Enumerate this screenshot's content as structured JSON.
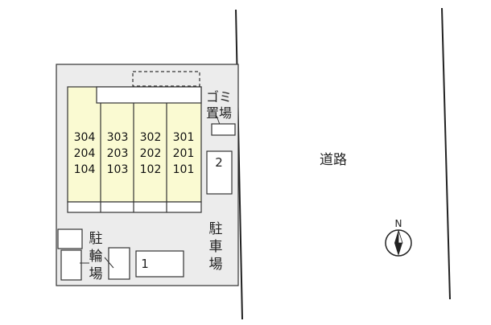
{
  "colors": {
    "lot": "#ececec",
    "building": "#fafad2",
    "outline": "#333333",
    "road_line": "#222222"
  },
  "units": [
    [
      "304",
      "204",
      "104"
    ],
    [
      "303",
      "203",
      "103"
    ],
    [
      "302",
      "202",
      "102"
    ],
    [
      "301",
      "201",
      "101"
    ]
  ],
  "garbage_label": [
    "ゴミ",
    "置場"
  ],
  "parking_spaces": [
    "1",
    "2"
  ],
  "parking_label": [
    "駐",
    "車",
    "場"
  ],
  "bicycle_label": [
    "駐",
    "輪",
    "場"
  ],
  "road_label": "道路",
  "compass_label": "N"
}
